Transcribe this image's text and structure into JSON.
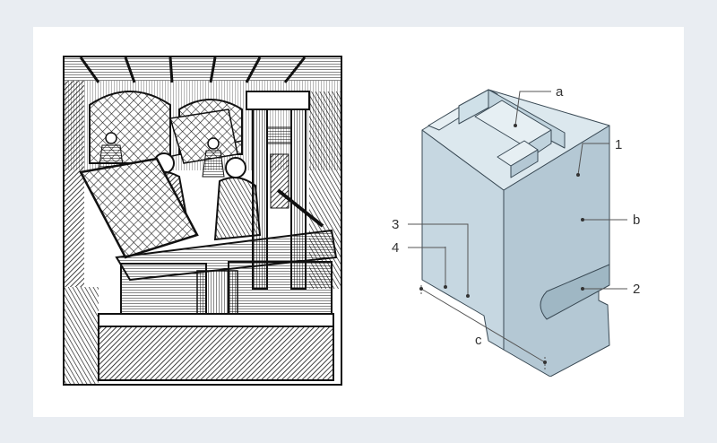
{
  "figure": {
    "woodcut": {
      "icon": "printing-press-woodcut-image"
    },
    "type_sort": {
      "icon": "movable-type-sort-diagram",
      "fill_color": "#cfdee6",
      "callouts": {
        "a": "a",
        "one": "1",
        "b": "b",
        "two": "2",
        "three": "3",
        "four": "4",
        "c": "c"
      }
    }
  }
}
